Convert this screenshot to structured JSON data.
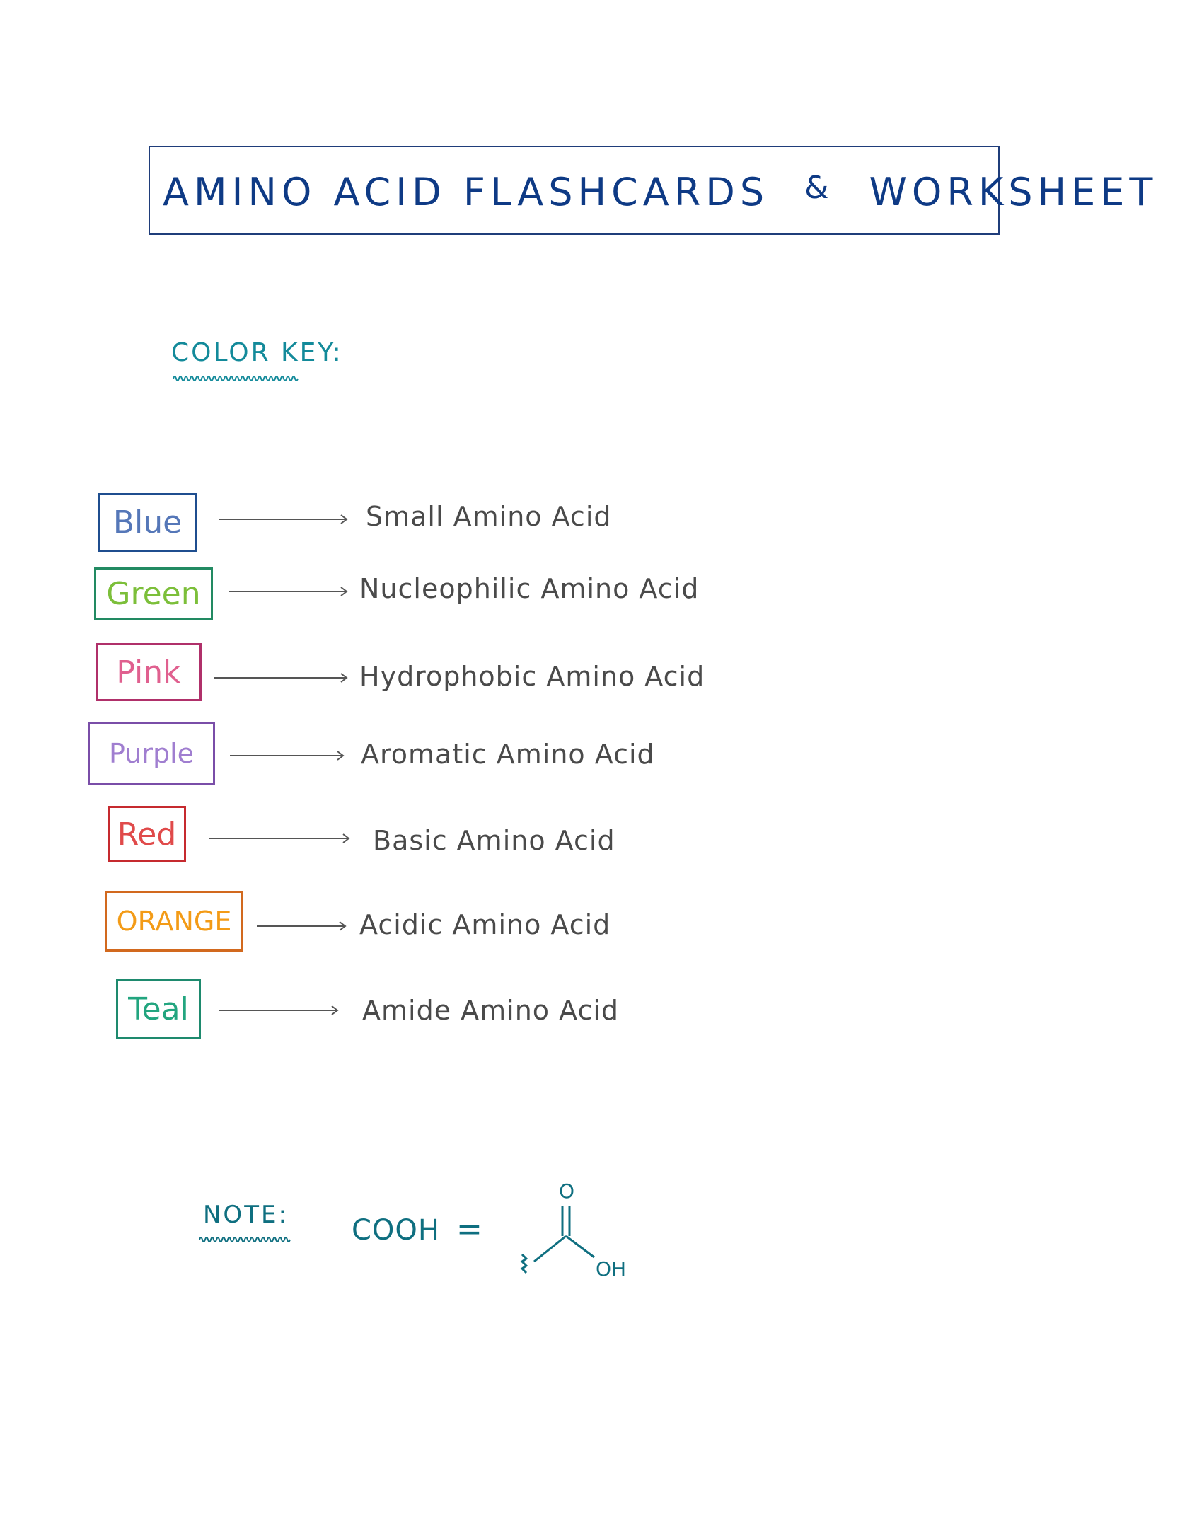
{
  "title": {
    "part1": "AMINO ACID FLASHCARDS",
    "ampersand": "&",
    "part2": "WORKSHEET",
    "color": "#0e3a85"
  },
  "color_key": {
    "heading": "COLOR KEY:",
    "items": [
      {
        "label": "Blue",
        "description": "Small Amino Acid",
        "color": "#1f4e8f",
        "text_color": "#5577b8"
      },
      {
        "label": "Green",
        "description": "Nucleophilic Amino Acid",
        "color": "#228a62",
        "text_color": "#7cbf3a"
      },
      {
        "label": "Pink",
        "description": "Hydrophobic Amino Acid",
        "color": "#b0306a",
        "text_color": "#e0608f"
      },
      {
        "label": "Purple",
        "description": "Aromatic Amino Acid",
        "color": "#7a4ea8",
        "text_color": "#a07ed0"
      },
      {
        "label": "Red",
        "description": "Basic Amino Acid",
        "color": "#c62a2f",
        "text_color": "#e04a4a"
      },
      {
        "label": "ORANGE",
        "description": "Acidic Amino Acid",
        "color": "#d2691e",
        "text_color": "#f39b16"
      },
      {
        "label": "Teal",
        "description": "Amide Amino Acid",
        "color": "#1e8a6e",
        "text_color": "#22a57f"
      }
    ]
  },
  "note": {
    "heading": "NOTE:",
    "formula": "COOH",
    "equals": "=",
    "structure_labels": {
      "carbonyl_o": "O",
      "hydroxyl": "OH"
    },
    "color": "#0f6f80"
  }
}
